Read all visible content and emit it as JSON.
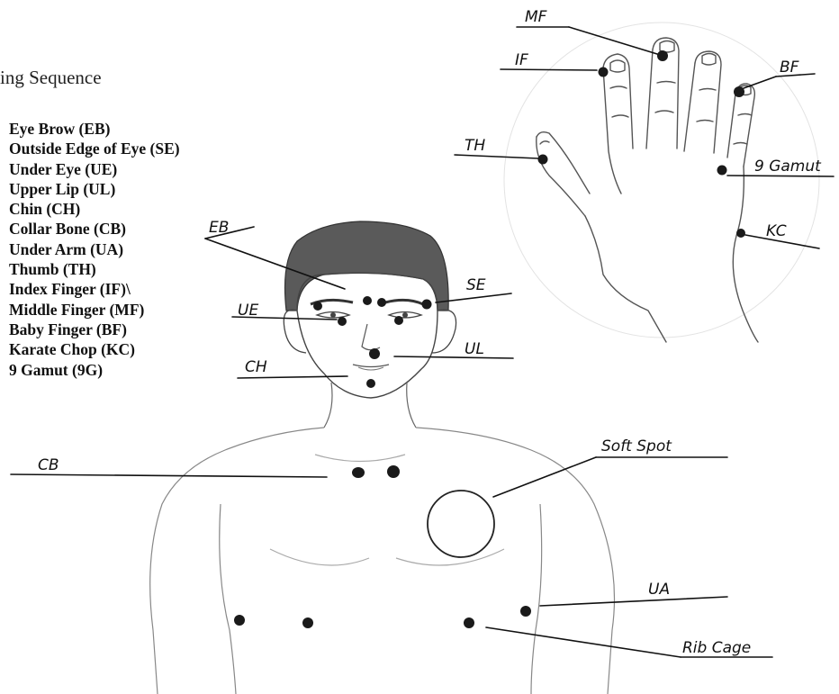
{
  "sequence": {
    "title": "ing Sequence",
    "items": [
      "Eye Brow (EB)",
      "Outside Edge of Eye (SE)",
      "Under Eye (UE)",
      "Upper Lip (UL)",
      "Chin (CH)",
      "Collar Bone (CB)",
      "Under Arm (UA)",
      "Thumb (TH)",
      "Index Finger (IF)\\",
      "Middle Finger (MF)",
      "Baby Finger (BF)",
      "Karate Chop (KC)",
      "9 Gamut (9G)"
    ]
  },
  "labels": {
    "mf": "MF",
    "if": "IF",
    "bf": "BF",
    "th": "TH",
    "gamut": "9 Gamut",
    "kc": "KC",
    "eb": "EB",
    "se": "SE",
    "ue": "UE",
    "ul": "UL",
    "ch": "CH",
    "cb": "CB",
    "soft_spot": "Soft Spot",
    "ua": "UA",
    "rib_cage": "Rib Cage"
  },
  "colors": {
    "ink": "#111111",
    "sketch": "#555555",
    "hair": "#5a5a5a",
    "point": "#1a1a1a"
  }
}
